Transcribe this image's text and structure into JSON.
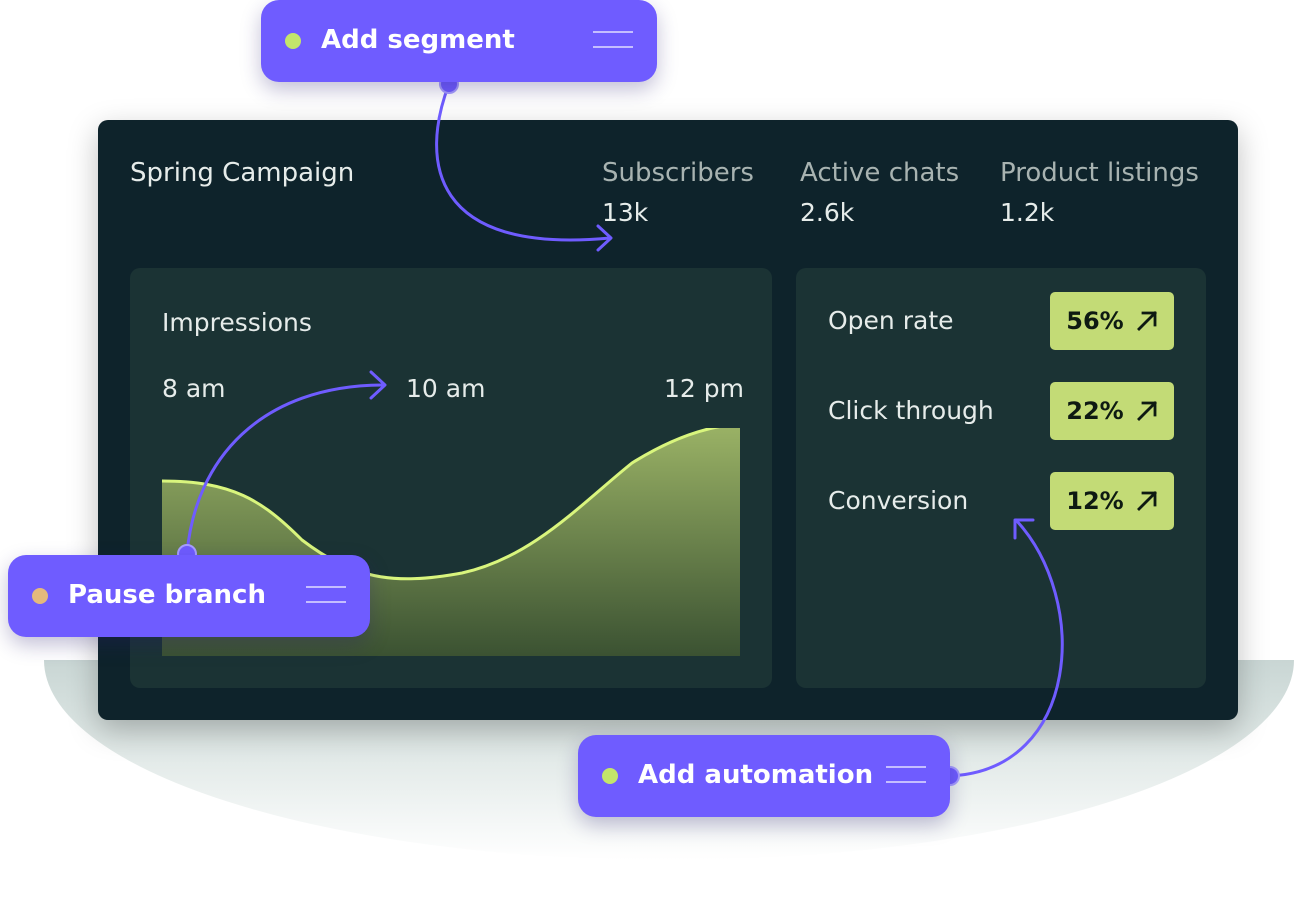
{
  "campaign": {
    "title": "Spring Campaign"
  },
  "metrics": [
    {
      "label": "Subscribers",
      "value": "13k"
    },
    {
      "label": "Active chats",
      "value": "2.6k"
    },
    {
      "label": "Product listings",
      "value": "1.2k"
    }
  ],
  "impressions": {
    "title": "Impressions",
    "times": [
      "8 am",
      "10 am",
      "12 pm"
    ]
  },
  "rates": [
    {
      "label": "Open rate",
      "value": "56%",
      "icon": "arrow-up-right-icon"
    },
    {
      "label": "Click through",
      "value": "22%",
      "icon": "arrow-up-right-icon"
    },
    {
      "label": "Conversion",
      "value": "12%",
      "icon": "arrow-up-right-icon"
    }
  ],
  "nodes": {
    "add_segment": {
      "label": "Add segment",
      "dot_color": "#c3e66b"
    },
    "pause_branch": {
      "label": "Pause branch",
      "dot_color": "#e5b97c"
    },
    "add_automation": {
      "label": "Add automation",
      "dot_color": "#c3e66b"
    }
  },
  "colors": {
    "accent": "#6f5cff",
    "dashboard_bg": "#0e232b",
    "panel_bg": "#1b3334",
    "chart_line": "#d9f57d",
    "badge_bg": "#c3db76"
  }
}
